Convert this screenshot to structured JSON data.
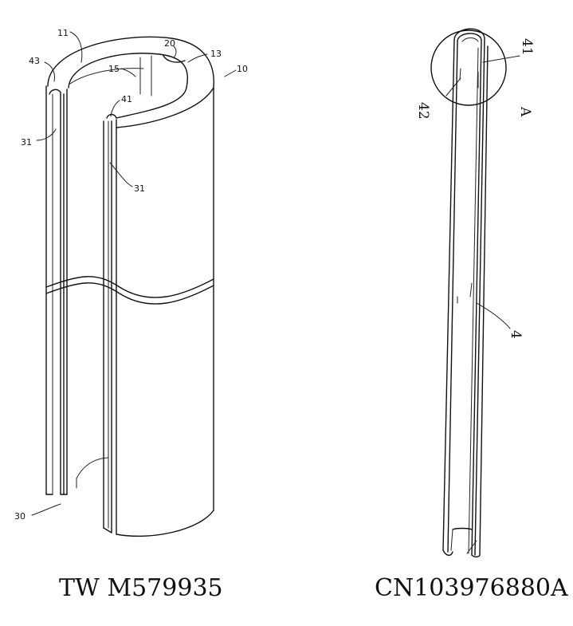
{
  "figure_left": {
    "labels": {
      "l11": "11",
      "l20": "20",
      "l13": "13",
      "l10": "10",
      "l43": "43",
      "l15": "15",
      "l41": "41",
      "l31a": "31",
      "l31b": "31",
      "l30": "30"
    },
    "caption": "TW M579935"
  },
  "figure_right": {
    "labels": {
      "l41": "41",
      "l42": "42",
      "lA": "A",
      "l4": "4"
    },
    "caption": "CN103976880A"
  }
}
